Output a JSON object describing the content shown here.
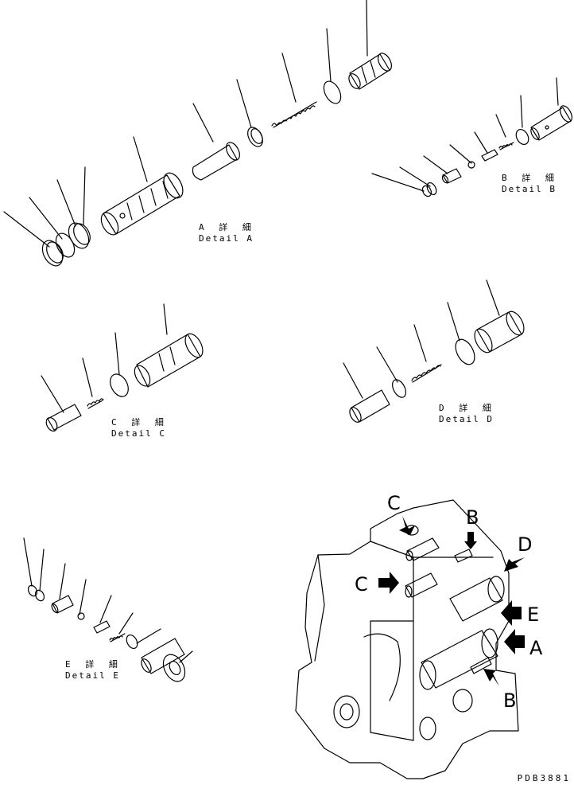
{
  "details": [
    {
      "id": "A",
      "title": "A 詳 細",
      "subtitle": "Detail A"
    },
    {
      "id": "B",
      "title": "B 詳 細",
      "subtitle": "Detail B"
    },
    {
      "id": "C",
      "title": "C 詳 細",
      "subtitle": "Detail C"
    },
    {
      "id": "D",
      "title": "D 詳 細",
      "subtitle": "Detail D"
    },
    {
      "id": "E",
      "title": "E 詳 細",
      "subtitle": "Detail E"
    }
  ],
  "callouts": {
    "c_top": "C",
    "b_top": "B",
    "d": "D",
    "c_mid": "C",
    "e": "E",
    "a": "A",
    "b_bottom": "B"
  },
  "drawing_code": "PDB3881"
}
